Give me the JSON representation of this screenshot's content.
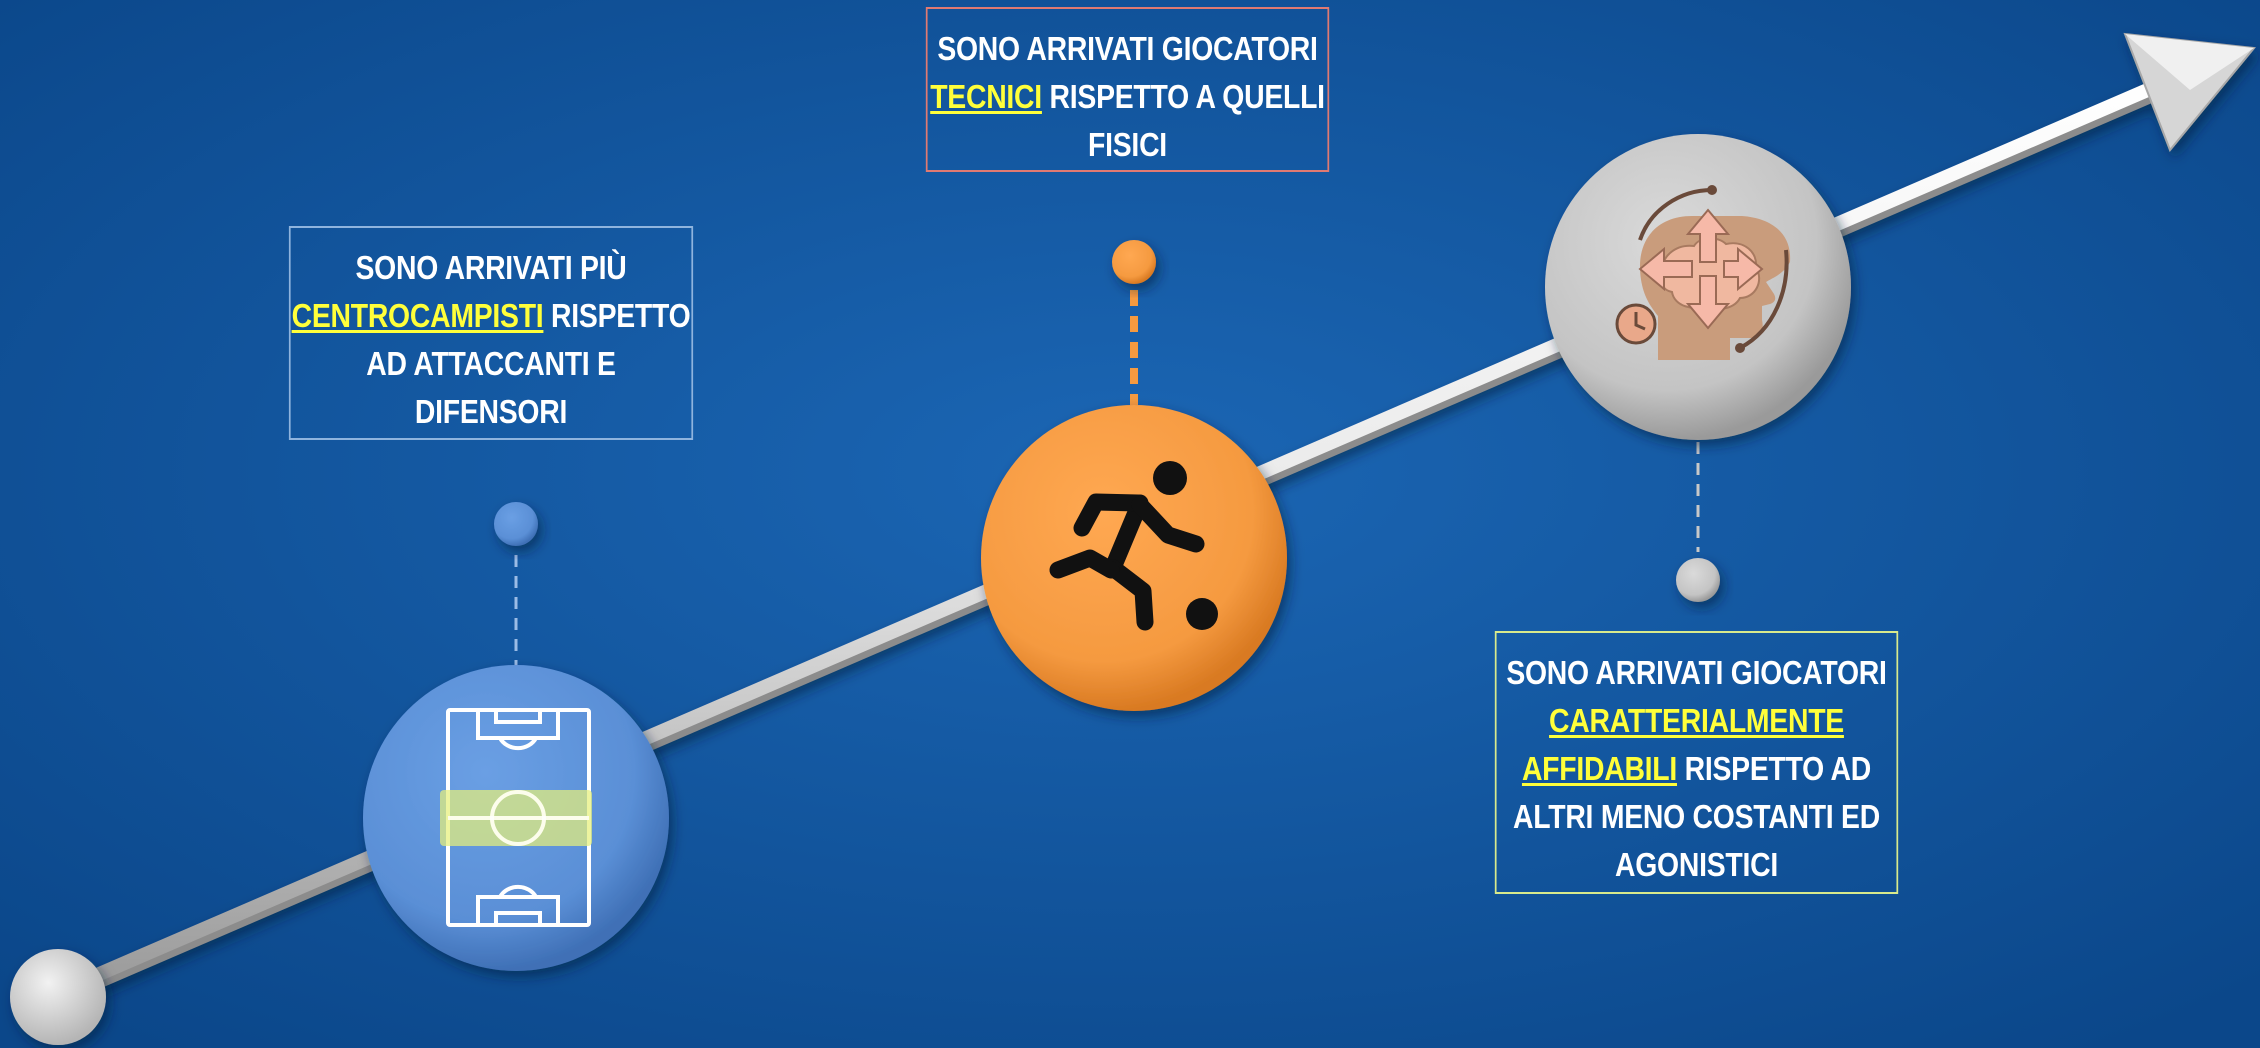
{
  "colors": {
    "background": "#115aa6",
    "highlight": "#ffff3a",
    "stage_1": "#5b8fd8",
    "stage_2": "#f59a40",
    "stage_3": "#c9c9c9",
    "arrow": "#e6e6e6"
  },
  "stages": [
    {
      "icon": "football-pitch-icon",
      "box": {
        "line1": "SONO ARRIVATI PIÙ",
        "highlight": "CENTROCAMPISTI",
        "line2_rest": " RISPETTO",
        "line3": "AD ATTACCANTI E",
        "line4": "DIFENSORI"
      }
    },
    {
      "icon": "soccer-player-kicking-icon",
      "box": {
        "line1": "SONO ARRIVATI GIOCATORI",
        "highlight": "TECNICI",
        "line2_rest": " RISPETTO A QUELLI",
        "line3": "FISICI"
      }
    },
    {
      "icon": "head-brain-mindset-icon",
      "box": {
        "line1": "SONO ARRIVATI GIOCATORI",
        "highlight_a": "CARATTERIALMENTE",
        "highlight_b": "AFFIDABILI",
        "line3_rest": " RISPETTO AD",
        "line4": "ALTRI MENO COSTANTI ED",
        "line5": "AGONISTICI"
      }
    }
  ]
}
